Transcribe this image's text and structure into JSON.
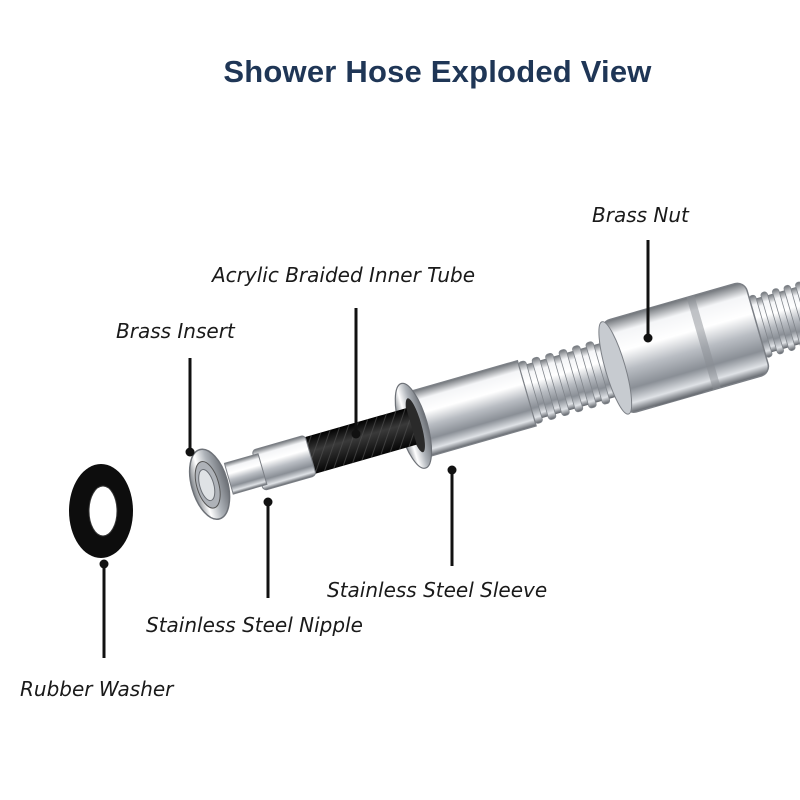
{
  "title": "Shower Hose Exploded View",
  "colors": {
    "title": "#1f3656",
    "leader": "#111111",
    "washer": "#111111",
    "tube": "#1b1b1b",
    "steel": "#c9ccd1"
  },
  "labels": {
    "brass_nut": "Brass Nut",
    "inner_tube": "Acrylic Braided Inner Tube",
    "brass_insert": "Brass Insert",
    "sleeve": "Stainless Steel Sleeve",
    "nipple": "Stainless Steel Nipple",
    "washer": "Rubber Washer"
  }
}
